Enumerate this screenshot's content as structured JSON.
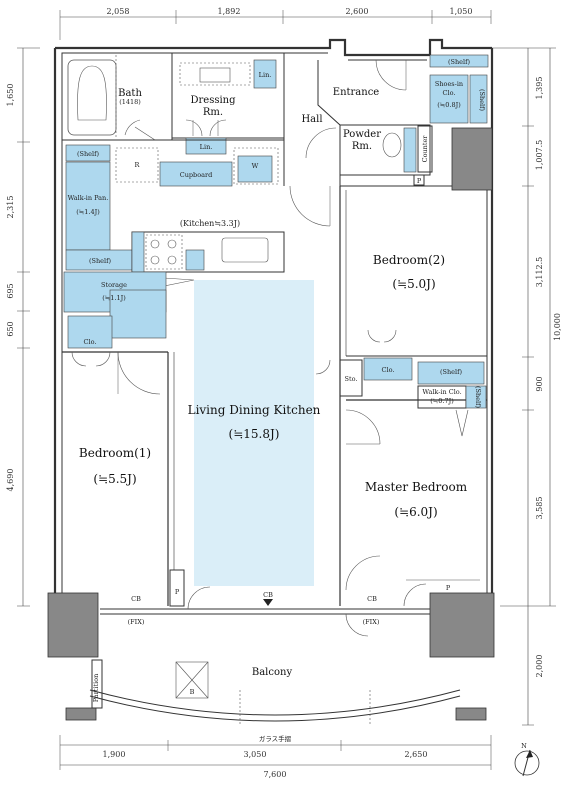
{
  "dimensions": {
    "top": [
      "2,058",
      "1,892",
      "2,600",
      "1,050"
    ],
    "left": [
      "1,650",
      "2,315",
      "695",
      "650",
      "4,690"
    ],
    "right": [
      "1,395",
      "1,007.5",
      "3,112.5",
      "900",
      "3,585",
      "2,000"
    ],
    "right_total": "10,000",
    "bottom": [
      "1,900",
      "3,050",
      "2,650"
    ],
    "bottom_total": "7,600"
  },
  "rooms": {
    "bath": "Bath",
    "bath_size": "(1418)",
    "dressing": "Dressing",
    "dressing_rm": "Rm.",
    "lin_top": "Lin.",
    "lin_dressing": "Lin.",
    "entrance": "Entrance",
    "hall": "Hall",
    "powder": "Powder",
    "powder_rm": "Rm.",
    "counter": "Counter",
    "shoes": "Shoes-in",
    "shoes_clo": "Clo.",
    "shoes_size": "(≒0.8J)",
    "shelf_top": "(Shelf)",
    "shelf_side": "(Shelf)",
    "shelf_pantry": "(Shelf)",
    "shelf_pantry2": "(Shelf)",
    "refrigerator": "R",
    "washer": "W",
    "cupboard": "Cupboard",
    "walkin_pan": "Walk-in Pan.",
    "walkin_pan_size": "(≒1.4J)",
    "kitchen": "(Kitchen≒3.3J)",
    "storage": "Storage",
    "storage_size": "(≒1.1J)",
    "clo_bed1": "Clo.",
    "ldk": "Living Dining Kitchen",
    "ldk_size": "(≒15.8J)",
    "bedroom1": "Bedroom(1)",
    "bedroom1_size": "(≒5.5J)",
    "bedroom2": "Bedroom(2)",
    "bedroom2_size": "(≒5.0J)",
    "master": "Master Bedroom",
    "master_size": "(≒6.0J)",
    "sto": "Sto.",
    "clo_master": "Clo.",
    "shelf_wic": "(Shelf)",
    "wic": "Walk-in Clo.",
    "wic_size": "(≒0.7J)",
    "wic_side": "(Shelf)",
    "pipe_p": "P",
    "pipe_p2": "P",
    "pipe_p3": "P",
    "cb_left": "CB",
    "cb_mid": "CB",
    "cb_right": "CB",
    "fix_left": "(FIX)",
    "fix_right": "(FIX)",
    "balcony": "Balcony",
    "partition": "Partition",
    "railing": "ガラス手摺",
    "hatch": "B",
    "north": "N"
  }
}
